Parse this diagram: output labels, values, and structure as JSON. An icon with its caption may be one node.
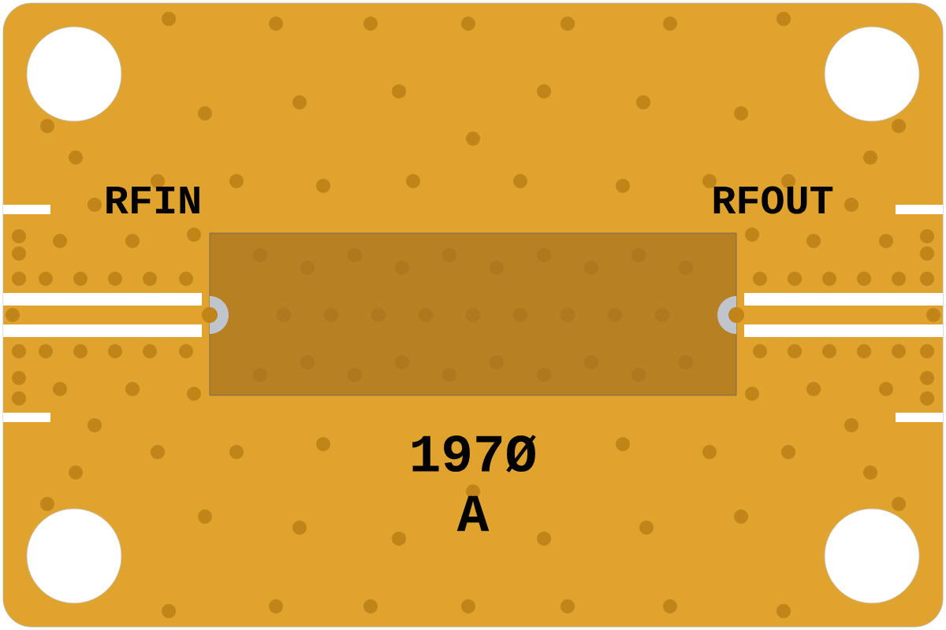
{
  "diagram": {
    "labels": [
      "RFIN",
      "RFOUT",
      "197Ø",
      "A"
    ]
  }
}
